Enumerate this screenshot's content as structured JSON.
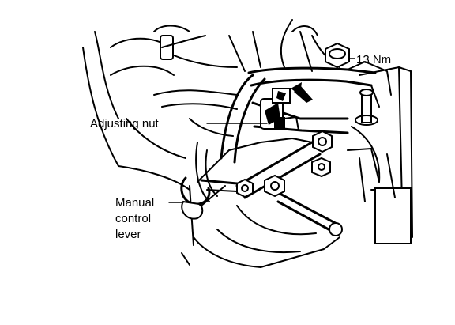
{
  "labels": {
    "torque": "13 Nm",
    "adjusting_nut": "Adjusting nut",
    "manual_control_lever": [
      "Manual",
      "control",
      "lever"
    ]
  }
}
